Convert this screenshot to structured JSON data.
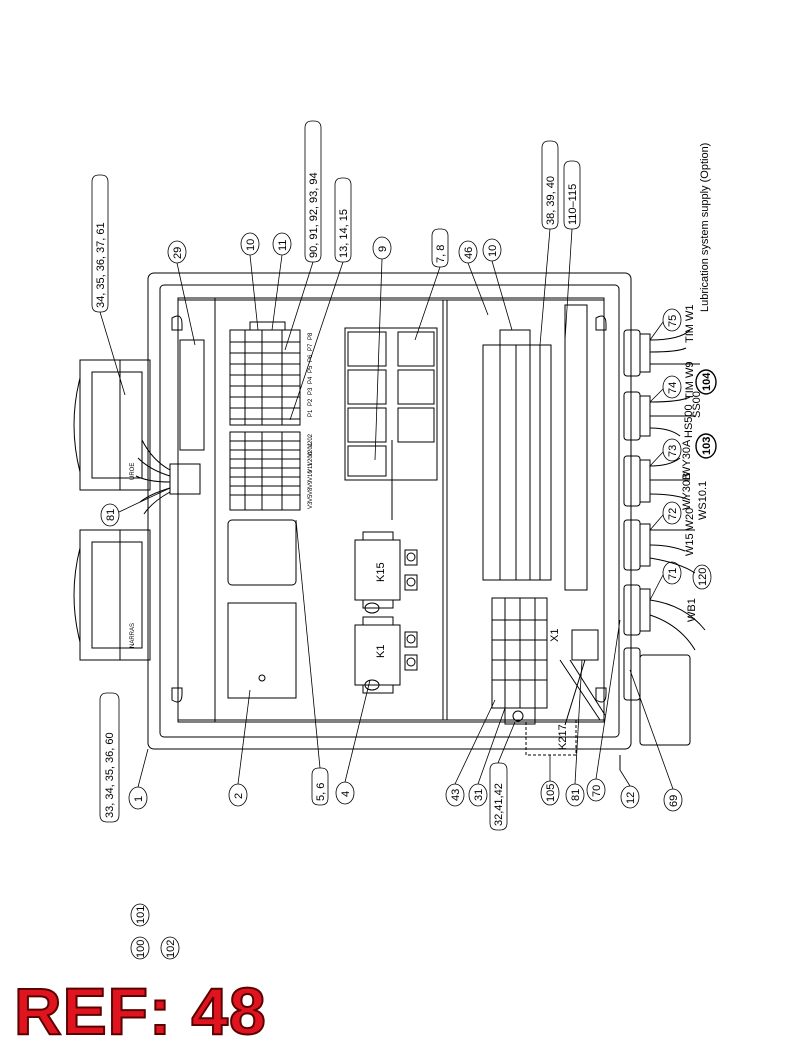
{
  "callouts_left": [
    "33, 34, 35, 36, 60",
    "1",
    "2",
    "5, 6",
    "4",
    "43",
    "31",
    "32,41,42",
    "105",
    "81",
    "70",
    "12",
    "69"
  ],
  "callouts_top": [
    "34, 35, 36, 37, 61",
    "29",
    "10",
    "11",
    "90, 91, 92, 93, 94",
    "13, 14, 15",
    "9",
    "7, 8",
    "46",
    "10",
    "38, 39, 40",
    "110–115"
  ],
  "callouts_right": [
    "75",
    "74",
    "104",
    "73",
    "103",
    "72",
    "71",
    "120"
  ],
  "callout_81_side": "81",
  "callouts_bottom": [
    "100",
    "101",
    "102"
  ],
  "wire_labels": [
    "TIM W1",
    "TIM W9",
    "SS00",
    "HS500",
    "WY30A",
    "WY30B",
    "WS10.1",
    "W15 W20",
    "WB1"
  ],
  "lubrication_label": "Lubrication system supply (Option)",
  "component_labels": {
    "k15": "K15",
    "k1": "K1",
    "k217": "K217",
    "x1": "X1",
    "uroe": "UROE",
    "narras": "NARRAS"
  },
  "terminal_rows_right": [
    "P8",
    "P7",
    "P6",
    "P5",
    "P4",
    "P3",
    "P2",
    "P1"
  ],
  "terminal_rows_left": [
    "V202",
    "V201",
    "V200",
    "V11",
    "V10",
    "V9",
    "V8",
    "V5",
    "V3"
  ],
  "ref_label": "REF: 48"
}
